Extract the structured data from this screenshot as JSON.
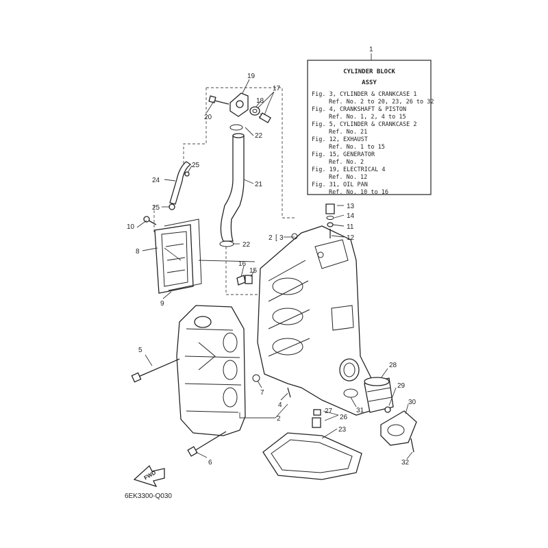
{
  "diagram": {
    "assembly_box": {
      "callout": "1",
      "title": "CYLINDER BLOCK",
      "subtitle": "ASSY",
      "lines": [
        "Fig. 3, CYLINDER & CRANKCASE 1",
        "Ref. No. 2 to 20, 23, 26 to 32",
        "Fig. 4, CRANKSHAFT & PISTON",
        "Ref. No. 1, 2, 4 to 15",
        "Fig. 5, CYLINDER & CRANKCASE 2",
        "Ref. No. 21",
        "Fig. 12, EXHAUST",
        "Ref. No. 1 to 15",
        "Fig. 15, GENERATOR",
        "Ref. No. 2",
        "Fig. 19, ELECTRICAL 4",
        "Ref. No. 12",
        "Fig. 31, OIL PAN",
        "Ref. No. 10 to 16"
      ]
    },
    "callouts": {
      "c2a": "2",
      "c3": "3",
      "c2b": "2",
      "c4": "4",
      "c5": "5",
      "c6": "6",
      "c7": "7",
      "c8": "8",
      "c9": "9",
      "c10": "10",
      "c11": "11",
      "c12": "12",
      "c13": "13",
      "c14": "14",
      "c15": "15",
      "c16": "16",
      "c17": "17",
      "c18": "18",
      "c19": "19",
      "c20": "20",
      "c21": "21",
      "c22a": "22",
      "c22b": "22",
      "c23": "23",
      "c24": "24",
      "c25a": "25",
      "c25b": "25",
      "c26": "26",
      "c27": "27",
      "c28": "28",
      "c29": "29",
      "c30": "30",
      "c31": "31",
      "c32": "32"
    },
    "fwd_label": "FWD",
    "drawing_code": "6EK3300-Q030"
  }
}
